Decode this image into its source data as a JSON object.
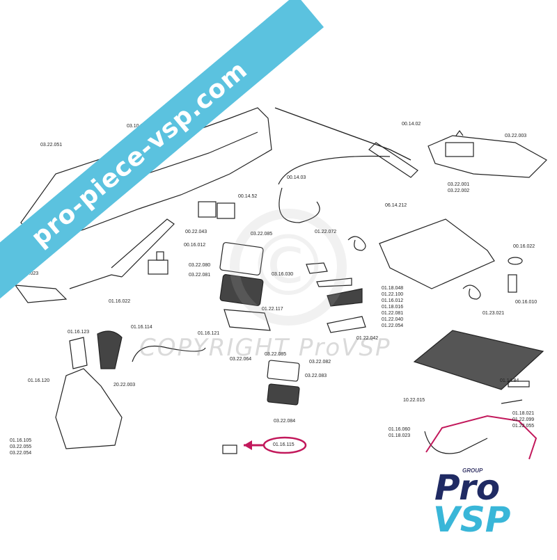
{
  "watermark": {
    "site": "pro-piece-vsp.com",
    "copyright": "COPYRIGHT ProVSP",
    "symbol": "©"
  },
  "brand": {
    "group": "GROUP",
    "name_top": "Pro",
    "name_bottom": "VSP",
    "colors": {
      "navy": "#1f2a63",
      "cyan": "#39b6d8",
      "magenta": "#c2185b",
      "ribbon": "#5bc2df"
    }
  },
  "callouts": [
    {
      "id": "c1",
      "text": "03.10.071"
    },
    {
      "id": "c2",
      "text": "03.22.051"
    },
    {
      "id": "c3",
      "text": "00.14.02"
    },
    {
      "id": "c4",
      "text": "03.22.003"
    },
    {
      "id": "c5",
      "text": "00.14.03"
    },
    {
      "id": "c6",
      "text": "03.22.001"
    },
    {
      "id": "c7",
      "text": "03.22.002"
    },
    {
      "id": "c8",
      "text": "00.14.52"
    },
    {
      "id": "c9",
      "text": "06.14.212"
    },
    {
      "id": "c10",
      "text": "00.22.043"
    },
    {
      "id": "c11",
      "text": "03.22.085"
    },
    {
      "id": "c12",
      "text": "01.22.072"
    },
    {
      "id": "c13",
      "text": "00.16.012"
    },
    {
      "id": "c14",
      "text": "03.22.080"
    },
    {
      "id": "c15",
      "text": "03.22.081"
    },
    {
      "id": "c16",
      "text": "03.16.030"
    },
    {
      "id": "c17",
      "text": "00.16.022"
    },
    {
      "id": "c18",
      "text": "01.16.023"
    },
    {
      "id": "c19",
      "text": "01.16.022"
    },
    {
      "id": "c20",
      "text": "01.22.117"
    },
    {
      "id": "c21",
      "text": "01.18.048"
    },
    {
      "id": "c22",
      "text": "01.22.100"
    },
    {
      "id": "c23",
      "text": "01.16.012"
    },
    {
      "id": "c24",
      "text": "01.18.016"
    },
    {
      "id": "c25",
      "text": "01.22.081"
    },
    {
      "id": "c26",
      "text": "01.22.040"
    },
    {
      "id": "c27",
      "text": "01.22.054"
    },
    {
      "id": "c28",
      "text": "00.16.010"
    },
    {
      "id": "c29",
      "text": "01.23.021"
    },
    {
      "id": "c30",
      "text": "01.16.123"
    },
    {
      "id": "c31",
      "text": "01.16.114"
    },
    {
      "id": "c32",
      "text": "01.16.121"
    },
    {
      "id": "c33",
      "text": "01.22.042"
    },
    {
      "id": "c34",
      "text": "03.22.064"
    },
    {
      "id": "c35",
      "text": "03.22.085"
    },
    {
      "id": "c36",
      "text": "03.22.082"
    },
    {
      "id": "c37",
      "text": "03.22.083"
    },
    {
      "id": "c38",
      "text": "01.16.120"
    },
    {
      "id": "c39",
      "text": "20.22.003"
    },
    {
      "id": "c40",
      "text": "01.14.84"
    },
    {
      "id": "c41",
      "text": "10.22.015"
    },
    {
      "id": "c42",
      "text": "03.22.084"
    },
    {
      "id": "c43",
      "text": "01.18.021"
    },
    {
      "id": "c44",
      "text": "01.22.099"
    },
    {
      "id": "c45",
      "text": "01.22.055"
    },
    {
      "id": "c46",
      "text": "01.16.060"
    },
    {
      "id": "c47",
      "text": "01.18.023"
    },
    {
      "id": "c48",
      "text": "01.16.105"
    },
    {
      "id": "c49",
      "text": "03.22.055"
    },
    {
      "id": "c50",
      "text": "03.22.054"
    },
    {
      "id": "c51",
      "text": "01.16.115"
    }
  ]
}
